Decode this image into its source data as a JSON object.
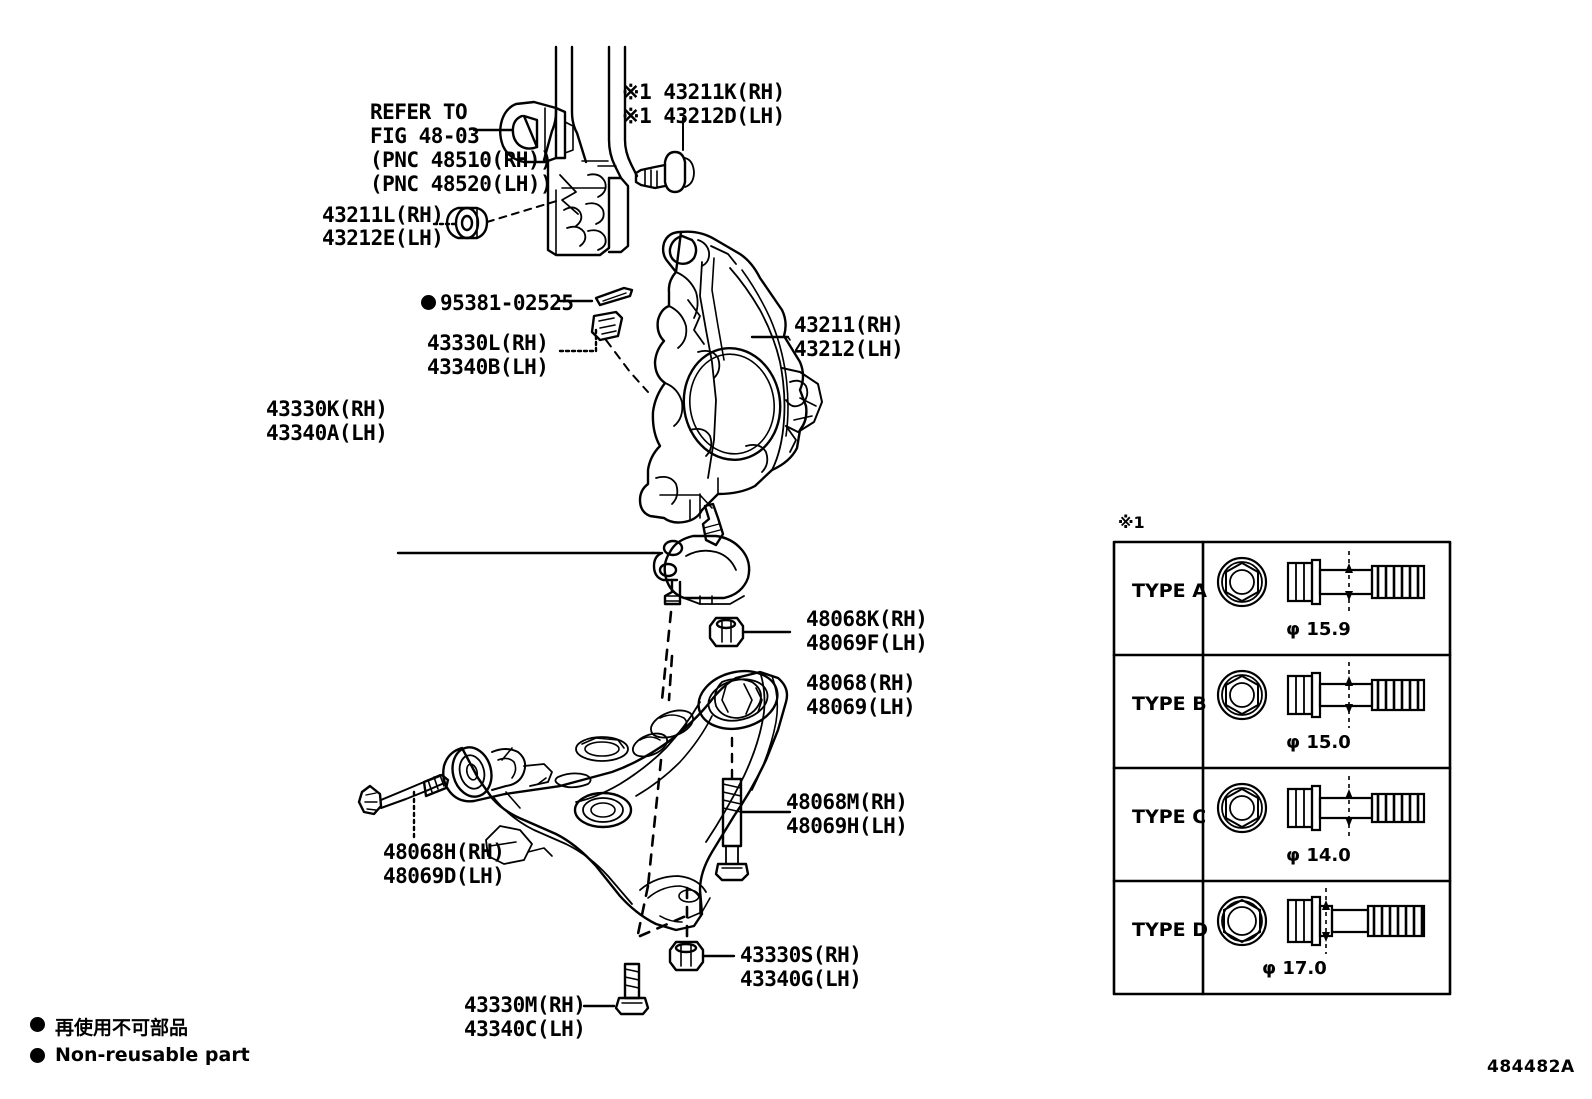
{
  "figure": {
    "number": "484482A"
  },
  "labels": {
    "refer_to_1": "REFER TO",
    "refer_to_2": "FIG 48-03",
    "refer_to_3": "(PNC 48510(RH))",
    "refer_to_4": "(PNC 48520(LH))",
    "bolt_top_rh": "※1 43211K(RH)",
    "bolt_top_lh": "※1 43212D(LH)",
    "nut_43211l_rh": "43211L(RH)",
    "nut_43212e_lh": "43212E(LH)",
    "cotter_95381": "95381-02525",
    "clip_43330l_rh": "43330L(RH)",
    "clip_43340b_lh": "43340B(LH)",
    "assy_43330k_rh": "43330K(RH)",
    "assy_43340a_lh": "43340A(LH)",
    "knuckle_43211_rh": "43211(RH)",
    "knuckle_43212_lh": "43212(LH)",
    "nut_48068k_rh": "48068K(RH)",
    "nut_48069f_lh": "48069F(LH)",
    "arm_48068_rh": "48068(RH)",
    "arm_48069_lh": "48069(LH)",
    "bolt_48068h_rh": "48068H(RH)",
    "bolt_48069d_lh": "48069D(LH)",
    "bolt_48068m_rh": "48068M(RH)",
    "bolt_48069h_lh": "48069H(LH)",
    "nut_43330s_rh": "43330S(RH)",
    "nut_43340g_lh": "43340G(LH)",
    "bolt_43330m_rh": "43330M(RH)",
    "bolt_43340c_lh": "43340C(LH)"
  },
  "legend": {
    "japanese": "再使用不可部品",
    "english": "Non-reusable part"
  },
  "type_table": {
    "note_marker": "※1",
    "rows": [
      {
        "type": "TYPE A",
        "diameter": "φ 15.9"
      },
      {
        "type": "TYPE B",
        "diameter": "φ 15.0"
      },
      {
        "type": "TYPE C",
        "diameter": "φ 14.0"
      },
      {
        "type": "TYPE D",
        "diameter": "φ 17.0"
      }
    ]
  },
  "colors": {
    "line": "#000000",
    "background": "#ffffff"
  }
}
